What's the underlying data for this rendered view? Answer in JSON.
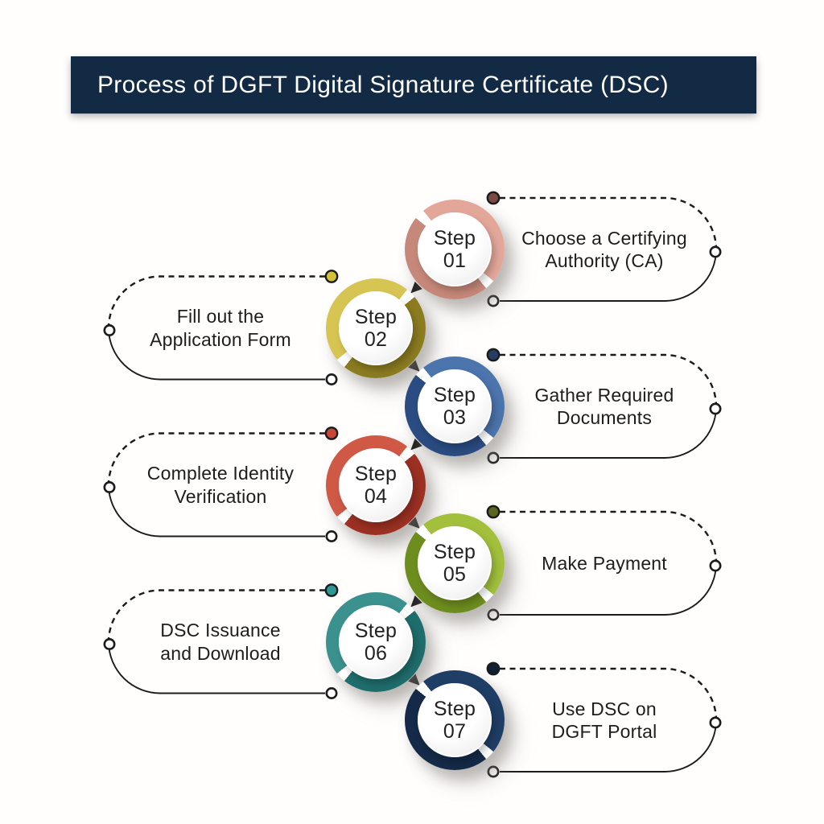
{
  "header": {
    "title": "Process of DGFT Digital Signature Certificate (DSC)",
    "bg_color": "#132A44",
    "text_color": "#FFFFFF"
  },
  "connector": {
    "line_color": "#1B1B1B",
    "dot_fill": "#FFFFFF"
  },
  "steps": [
    {
      "step_word": "Step",
      "number": "01",
      "label": "Choose a Certifying\nAuthority (CA)",
      "side": "right",
      "ring_light": "#E3A79A",
      "ring_dark": "#C6887A",
      "dot_color": "#7A4A43"
    },
    {
      "step_word": "Step",
      "number": "02",
      "label": "Fill out the\nApplication Form",
      "side": "left",
      "ring_light": "#D7C553",
      "ring_dark": "#8C7C21",
      "dot_color": "#D2C23A"
    },
    {
      "step_word": "Step",
      "number": "03",
      "label": "Gather Required\nDocuments",
      "side": "right",
      "ring_light": "#4C74AD",
      "ring_dark": "#2A4C82",
      "dot_color": "#243F63"
    },
    {
      "step_word": "Step",
      "number": "04",
      "label": "Complete Identity\nVerification",
      "side": "left",
      "ring_light": "#D05946",
      "ring_dark": "#9C3123",
      "dot_color": "#C64638"
    },
    {
      "step_word": "Step",
      "number": "05",
      "label": "Make Payment",
      "side": "right",
      "ring_light": "#A2C03C",
      "ring_dark": "#6E8D1F",
      "dot_color": "#5B661E"
    },
    {
      "step_word": "Step",
      "number": "06",
      "label": "DSC Issuance\nand Download",
      "side": "left",
      "ring_light": "#3B918E",
      "ring_dark": "#1F6E6D",
      "dot_color": "#2E9894"
    },
    {
      "step_word": "Step",
      "number": "07",
      "label": "Use DSC on\nDGFT Portal",
      "side": "right",
      "ring_light": "#1F3E65",
      "ring_dark": "#142A48",
      "dot_color": "#0F2036"
    }
  ]
}
